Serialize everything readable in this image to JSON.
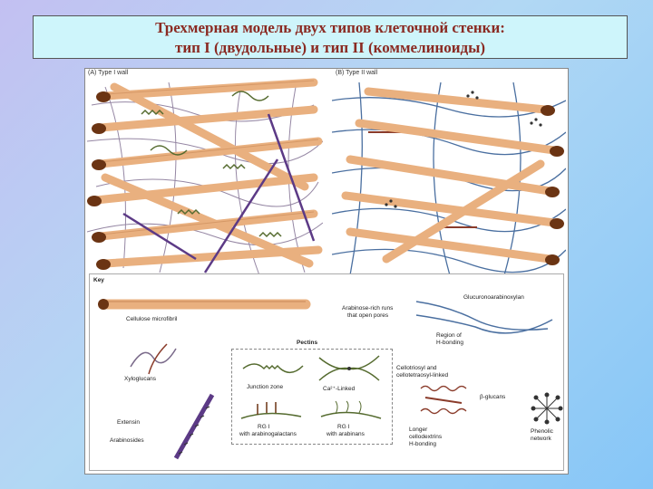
{
  "title": {
    "line1": "Трехмерная модель двух типов клеточной стенки:",
    "line2": "тип I (двудольные) и тип II (коммелиноиды)"
  },
  "panels": {
    "a_label": "(A) Type I wall",
    "b_label": "(B) Type II wall"
  },
  "key": {
    "heading": "Key",
    "cellulose": "Cellulose microfibril",
    "xyloglucans": "Xyloglucans",
    "extensin": "Extensin",
    "arabinosides": "Arabinosides",
    "pectins": "Pectins",
    "junction_zone": "Junction zone",
    "ca_linked": "Ca²⁺-Linked",
    "rg1_arabinogalactans": [
      "RG I",
      "with arabinogalactans"
    ],
    "rg1_arabinans": [
      "RG I",
      "with arabinans"
    ],
    "glucuronoarabinoxylan": "Glucuronoarabinoxylan",
    "arabinose_rich": [
      "Arabinose-rich runs",
      "that open pores"
    ],
    "region_h_bonding": [
      "Region of",
      "H-bonding"
    ],
    "cellotriosyl": [
      "Cellotriosyl and",
      "cellotetraosyl-linked"
    ],
    "beta_glucans": "β-glucans",
    "longer_cellodextrins": [
      "Longer",
      "cellodextrins",
      "H-bonding"
    ],
    "phenolic": [
      "Phenolic",
      "network"
    ]
  },
  "colors": {
    "title_text": "#8a2a22",
    "title_bg": "#cef5fb",
    "microfibril": "#e9b07f",
    "microfibril_end": "#6b3413",
    "xyloglucan": "#7a6a8a",
    "extensin": "#5c3a86",
    "gax": "#4a6fa0",
    "pectin": "#556b2f"
  }
}
